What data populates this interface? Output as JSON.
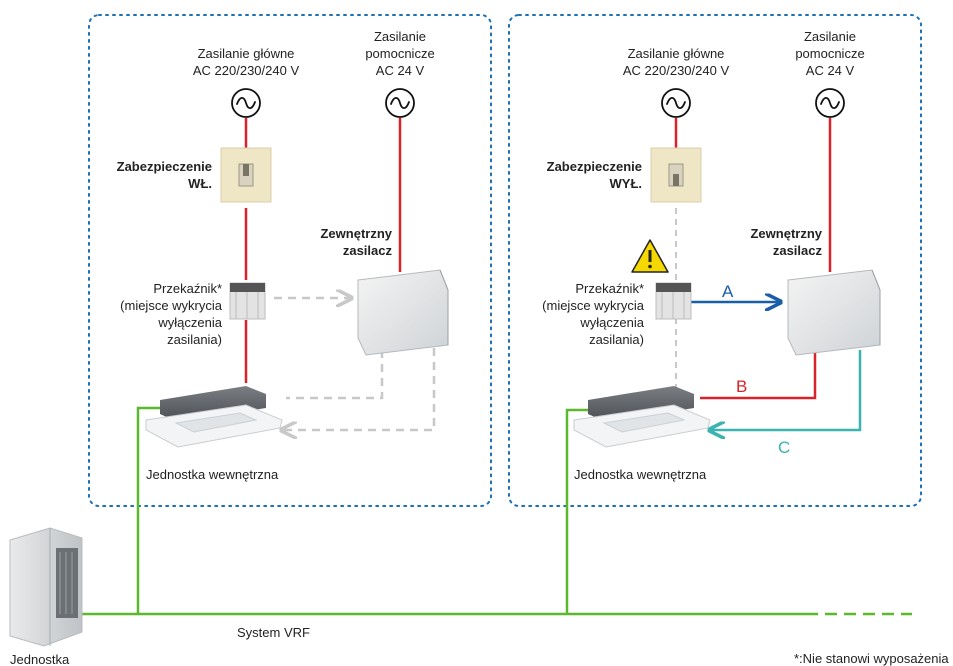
{
  "left_panel": {
    "main_supply": [
      "Zasilanie główne",
      "AC 220/230/240 V"
    ],
    "aux_supply": [
      "Zasilanie",
      "pomocnicze",
      "AC 24 V"
    ],
    "breaker": [
      "Zabezpieczenie",
      "WŁ."
    ],
    "external_psu": [
      "Zewnętrzny",
      "zasilacz"
    ],
    "relay": [
      "Przekaźnik*",
      "(miejsce wykrycia",
      "wyłączenia",
      "zasilania)"
    ],
    "indoor_unit": "Jednostka wewnętrzna"
  },
  "right_panel": {
    "main_supply": [
      "Zasilanie główne",
      "AC 220/230/240 V"
    ],
    "aux_supply": [
      "Zasilanie",
      "pomocnicze",
      "AC 24 V"
    ],
    "breaker": [
      "Zabezpieczenie",
      "WYŁ."
    ],
    "external_psu": [
      "Zewnętrzny",
      "zasilacz"
    ],
    "relay": [
      "Przekaźnik*",
      "(miejsce wykrycia",
      "wyłączenia",
      "zasilania)"
    ],
    "indoor_unit": "Jednostka wewnętrzna",
    "path_labels": {
      "a": "A",
      "b": "B",
      "c": "C"
    }
  },
  "system_label": "System VRF",
  "outdoor_unit_label": "Jednostka",
  "footnote": "*:Nie stanowi wyposażenia",
  "colors": {
    "panel_border": "#1f6fb3",
    "power_line": "#d8232a",
    "vrf_line": "#5cb82d",
    "path_a": "#1a5ea8",
    "path_c": "#3bb3b0",
    "inactive": "#c8c8c8",
    "breaker_body": "#efe6c6",
    "warning": "#f5d800"
  },
  "icons": [
    "ac-source-icon",
    "breaker-icon",
    "relay-icon",
    "power-supply-icon",
    "cassette-unit-icon",
    "outdoor-unit-icon",
    "warning-icon"
  ]
}
